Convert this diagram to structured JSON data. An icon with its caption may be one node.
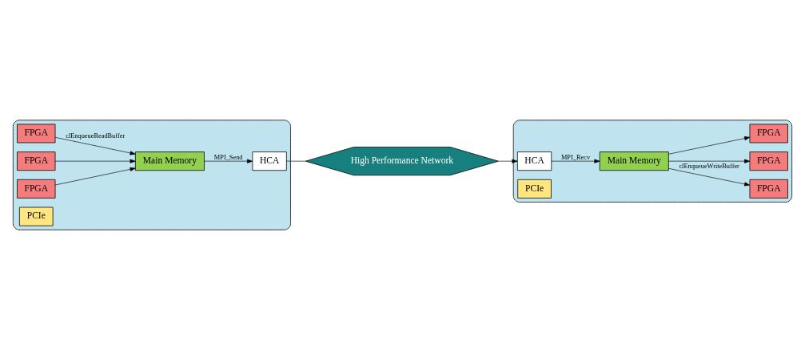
{
  "diagram": {
    "nodes": [
      {
        "text": [],
        "shape": "box"
      },
      {
        "text": [
          "FPGA"
        ],
        "in": 0
      },
      {
        "text": [
          "FPGA"
        ],
        "in": 0
      },
      {
        "text": [
          "FPGA"
        ],
        "in": 0
      },
      {
        "text": [
          "Main Memory"
        ],
        "in": 0
      },
      {
        "text": [
          "HCA"
        ],
        "in": 0
      },
      {
        "text": [
          "PCIe"
        ],
        "in": 0
      },
      {
        "text": [
          "High Performance Network"
        ]
      },
      {
        "text": [],
        "shape": "box"
      },
      {
        "text": [
          "HCA"
        ],
        "in": 8
      },
      {
        "text": [
          "Main Memory"
        ],
        "in": 8
      },
      {
        "text": [
          "FPGA"
        ],
        "in": 8
      },
      {
        "text": [
          "FPGA"
        ],
        "in": 8
      },
      {
        "text": [
          "FPGA"
        ],
        "in": 8
      },
      {
        "text": [
          "PCIe"
        ],
        "in": 8
      }
    ],
    "edges": [
      {
        "from": 1,
        "to": 4,
        "arrow": "to",
        "label": "clEnqueueReadBuffer"
      },
      {
        "from": 2,
        "to": 4,
        "arrow": "to"
      },
      {
        "from": 3,
        "to": 4,
        "arrow": "to"
      },
      {
        "from": 4,
        "to": 5,
        "arrow": "to",
        "label": "MPI_Send"
      },
      {
        "from": 5,
        "to": 7,
        "arrow": "none"
      },
      {
        "from": 7,
        "to": 9,
        "arrow": "to"
      },
      {
        "from": 9,
        "to": 10,
        "arrow": "to",
        "label": "MPI_Recv"
      },
      {
        "from": 10,
        "to": 11,
        "arrow": "to",
        "label": "clEnqueueWriteBuffer"
      },
      {
        "from": 10,
        "to": 12,
        "arrow": "to"
      },
      {
        "from": 10,
        "to": 13,
        "arrow": "to"
      }
    ]
  }
}
